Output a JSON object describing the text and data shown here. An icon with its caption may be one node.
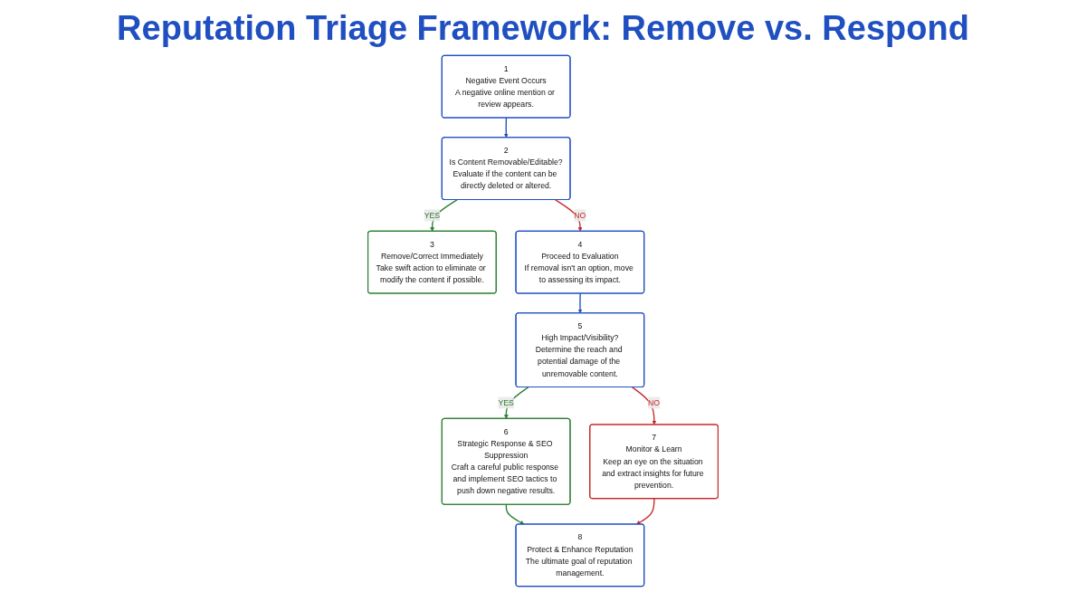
{
  "diagram": {
    "title": "Reputation Triage Framework: Remove vs. Respond",
    "nodes": [
      {
        "text": [
          "1",
          "Negative Event Occurs",
          "A negative online mention or review appears."
        ]
      },
      {
        "text": [
          "2",
          "Is Content Removable/Editable?",
          "Evaluate if the content can be directly deleted or altered."
        ]
      },
      {
        "text": [
          "3",
          "Remove/Correct Immediately",
          "Take swift action to eliminate or modify the content if possible."
        ]
      },
      {
        "text": [
          "4",
          "Proceed to Evaluation",
          "If removal isn't an option, move to assessing its impact."
        ]
      },
      {
        "text": [
          "5",
          "High Impact/Visibility?",
          "Determine the reach and potential damage of the unremovable content."
        ]
      },
      {
        "text": [
          "6",
          "Strategic Response & SEO Suppression",
          "Craft a careful public response and implement SEO tactics to push down negative results."
        ]
      },
      {
        "text": [
          "7",
          "Monitor & Learn",
          "Keep an eye on the situation and extract insights for future prevention."
        ]
      },
      {
        "text": [
          "8",
          "Protect & Enhance Reputation",
          "The ultimate goal of reputation management."
        ]
      }
    ],
    "edges": [
      {
        "from": 0,
        "to": 1,
        "arrow": "to",
        "color": "#1f4fc1"
      },
      {
        "from": 1,
        "to": 2,
        "arrow": "to",
        "label": "YES",
        "color": "#2e7d32"
      },
      {
        "from": 1,
        "to": 3,
        "arrow": "to",
        "label": "NO",
        "color": "#c62828"
      },
      {
        "from": 3,
        "to": 4,
        "arrow": "to",
        "color": "#1f4fc1"
      },
      {
        "from": 4,
        "to": 5,
        "arrow": "to",
        "label": "YES",
        "color": "#2e7d32"
      },
      {
        "from": 4,
        "to": 6,
        "arrow": "to",
        "label": "NO",
        "color": "#c62828"
      },
      {
        "from": 5,
        "to": 7,
        "arrow": "to",
        "color": "#2e7d32"
      },
      {
        "from": 6,
        "to": 7,
        "arrow": "to",
        "color": "#c62828"
      }
    ]
  }
}
